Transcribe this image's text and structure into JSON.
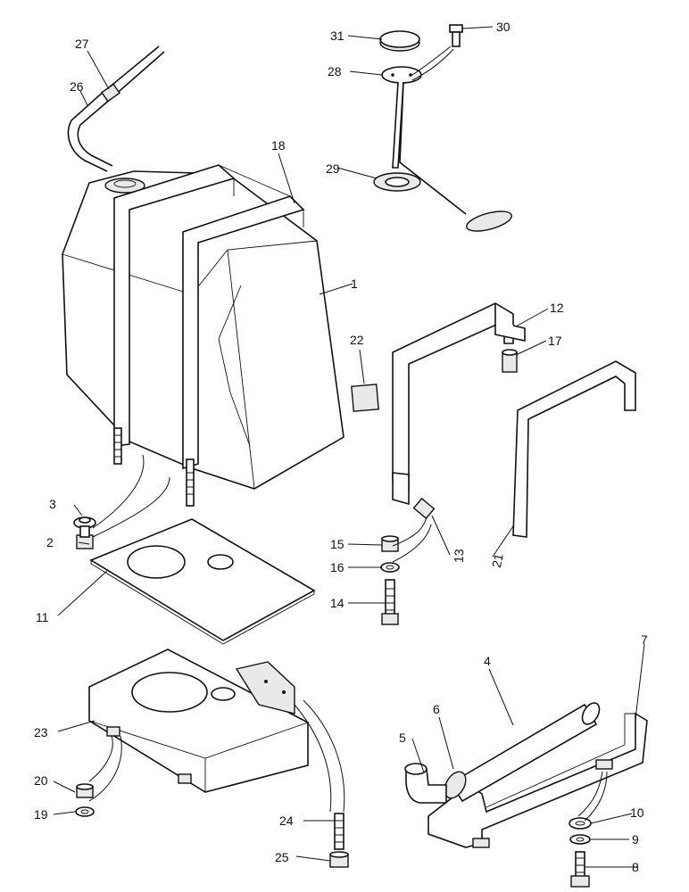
{
  "callouts": [
    "1",
    "2",
    "3",
    "4",
    "5",
    "6",
    "7",
    "8",
    "9",
    "10",
    "11",
    "12",
    "13",
    "14",
    "15",
    "16",
    "17",
    "18",
    "19",
    "20",
    "21",
    "22",
    "23",
    "24",
    "25",
    "26",
    "27",
    "28",
    "29",
    "30",
    "31"
  ]
}
